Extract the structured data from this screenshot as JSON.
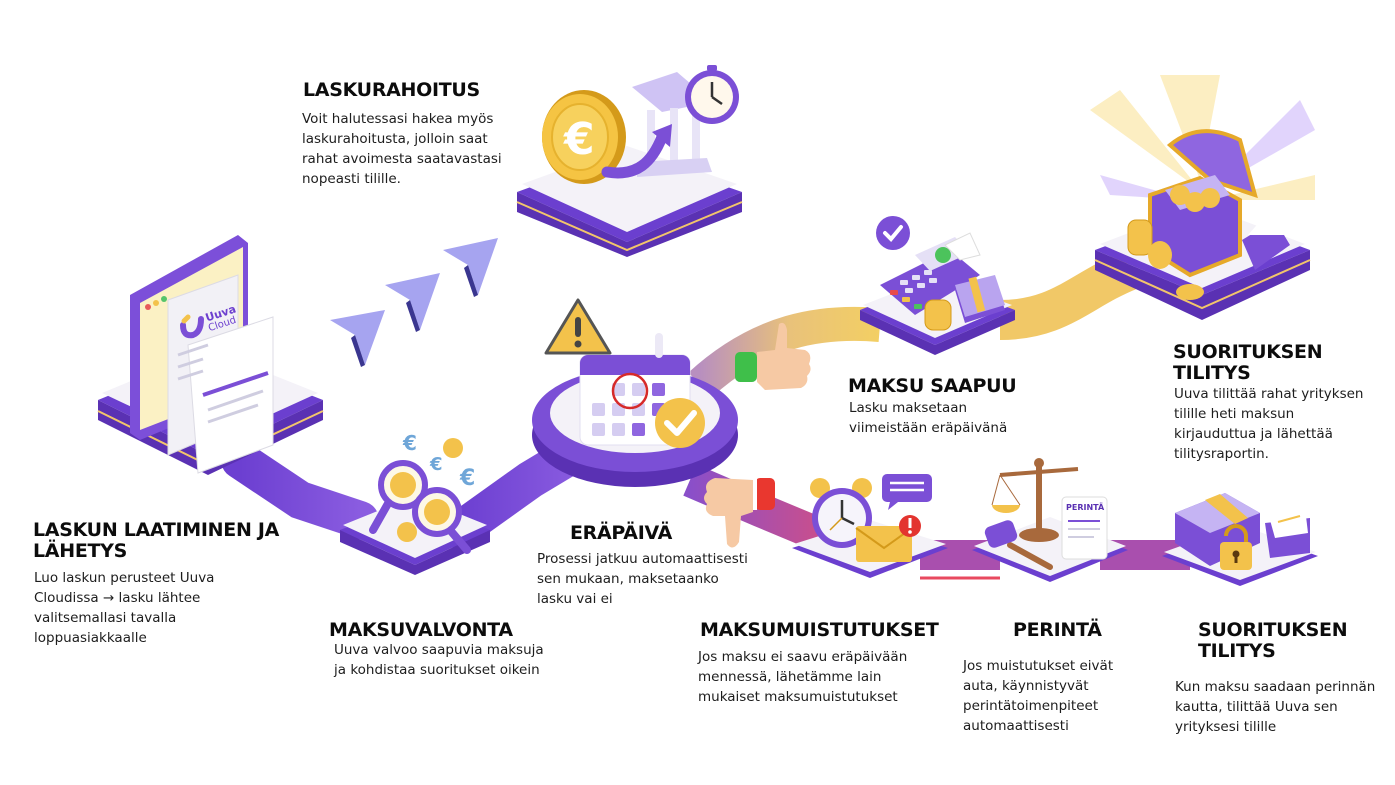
{
  "colors": {
    "purple": "#7b4fd6",
    "purple_dark": "#5b33b8",
    "purple_light": "#c9b6f3",
    "gold": "#f5c443",
    "gold_dark": "#d49a1a",
    "platform_top": "#f3f1f8",
    "path_gold": "#f1c867",
    "green": "#3fbf4a",
    "red": "#e9372f"
  },
  "steps": [
    {
      "id": "laskun-laatiminen",
      "title": "LASKUN LAATIMINEN JA LÄHETYS",
      "description": "Luo laskun perusteet Uuva\nCloudissa → lasku lähtee\nvalitsemallasi tavalla\nloppuasiakkaalle",
      "icon": "invoice-browser-icon",
      "logo_text_1": "Uuva",
      "logo_text_2": "Cloud"
    },
    {
      "id": "laskurahoitus",
      "title": "LASKURAHOITUS",
      "description": "Voit halutessasi hakea myös\nlaskurahoitusta, jolloin saat\nrahat avoimesta saatavastasi\nnopeasti tilille.",
      "icon": "euro-coin-bank-stopwatch-icon"
    },
    {
      "id": "maksuvalvonta",
      "title": "MAKSUVALVONTA",
      "description": "Uuva valvoo saapuvia maksuja\nja kohdistaa suoritukset oikein",
      "icon": "magnifier-euro-icon"
    },
    {
      "id": "erapaiva",
      "title": "ERÄPÄIVÄ",
      "description": "Prosessi jatkuu automaattisesti\nsen mukaan, maksetaanko\nlasku vai ei",
      "icon": "calendar-warning-icon"
    },
    {
      "id": "maksu-saapuu",
      "title": "MAKSU SAAPUU",
      "description": "Lasku maksetaan\nviimeistään eräpäivänä",
      "icon": "payment-terminal-icon"
    },
    {
      "id": "suorituksen-tilitys-1",
      "title": "SUORITUKSEN TILITYS",
      "description": "Uuva tilittää rahat yrityksen\ntilille heti maksun\nkirjauduttua ja lähettää\ntilitysraportin.",
      "icon": "treasure-chest-icon"
    },
    {
      "id": "maksumuistutukset",
      "title": "MAKSUMUISTUTUKSET",
      "description": "Jos maksu ei saavu eräpäivään\nmennessä, lähetämme lain\nmukaiset maksumuistutukset",
      "icon": "alarm-clock-envelope-icon"
    },
    {
      "id": "perinta",
      "title": "PERINTÄ",
      "description": "Jos muistutukset eivät\nauta, käynnistyvät\nperintätoimenpiteet\nautomaattisesti",
      "icon": "scales-gavel-icon",
      "document_label": "PERINTÄ"
    },
    {
      "id": "suorituksen-tilitys-2",
      "title": "SUORITUKSEN TILITYS",
      "description": "Kun maksu saadaan perinnän\nkautta, tilittää Uuva sen\nyrityksesi tilille",
      "icon": "money-stack-lock-icon"
    }
  ],
  "branches": {
    "paid": "thumbs-up-icon",
    "unpaid": "thumbs-down-icon"
  }
}
